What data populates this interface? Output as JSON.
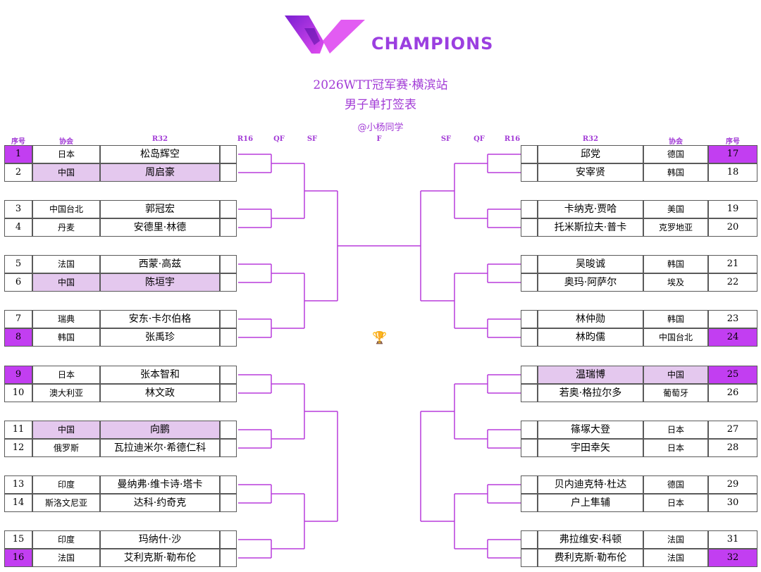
{
  "header": {
    "brand": "CHAMPIONS",
    "title_line1": "2026WTT冠军赛·横滨站",
    "title_line2": "男子单打签表",
    "credit": "@小杨同学"
  },
  "columns": {
    "left": {
      "num": "序号",
      "assoc": "协会",
      "r32": "R32",
      "r16": "R16",
      "qf": "QF",
      "sf": "SF"
    },
    "final": "F",
    "right": {
      "sf": "SF",
      "qf": "QF",
      "r16": "R16",
      "r32": "R32",
      "assoc": "协会",
      "num": "序号"
    }
  },
  "colors": {
    "accent": "#c23ef1",
    "highlight": "#e4c8ee",
    "text_accent": "#a23bd6",
    "line": "#b83cdc"
  },
  "trophy_icon": "trophy-icon",
  "left_players": [
    {
      "num": "1",
      "assoc": "日本",
      "name": "松岛辉空",
      "seed": true,
      "highlight": false
    },
    {
      "num": "2",
      "assoc": "中国",
      "name": "周启豪",
      "seed": false,
      "highlight": true
    },
    {
      "num": "3",
      "assoc": "中国台北",
      "name": "郭冠宏",
      "seed": false,
      "highlight": false
    },
    {
      "num": "4",
      "assoc": "丹麦",
      "name": "安德里·林德",
      "seed": false,
      "highlight": false
    },
    {
      "num": "5",
      "assoc": "法国",
      "name": "西蒙·高兹",
      "seed": false,
      "highlight": false
    },
    {
      "num": "6",
      "assoc": "中国",
      "name": "陈垣宇",
      "seed": false,
      "highlight": true
    },
    {
      "num": "7",
      "assoc": "瑞典",
      "name": "安东·卡尔伯格",
      "seed": false,
      "highlight": false
    },
    {
      "num": "8",
      "assoc": "韩国",
      "name": "张禹珍",
      "seed": true,
      "highlight": false
    },
    {
      "num": "9",
      "assoc": "日本",
      "name": "张本智和",
      "seed": true,
      "highlight": false
    },
    {
      "num": "10",
      "assoc": "澳大利亚",
      "name": "林文政",
      "seed": false,
      "highlight": false
    },
    {
      "num": "11",
      "assoc": "中国",
      "name": "向鹏",
      "seed": false,
      "highlight": true
    },
    {
      "num": "12",
      "assoc": "俄罗斯",
      "name": "瓦拉迪米尔·希德仁科",
      "seed": false,
      "highlight": false
    },
    {
      "num": "13",
      "assoc": "印度",
      "name": "曼纳弗·维卡诗·塔卡",
      "seed": false,
      "highlight": false
    },
    {
      "num": "14",
      "assoc": "斯洛文尼亚",
      "name": "达科·约奇克",
      "seed": false,
      "highlight": false
    },
    {
      "num": "15",
      "assoc": "印度",
      "name": "玛纳什·沙",
      "seed": false,
      "highlight": false
    },
    {
      "num": "16",
      "assoc": "法国",
      "name": "艾利克斯·勒布伦",
      "seed": true,
      "highlight": false
    }
  ],
  "right_players": [
    {
      "num": "17",
      "assoc": "德国",
      "name": "邱党",
      "seed": true,
      "highlight": false
    },
    {
      "num": "18",
      "assoc": "韩国",
      "name": "安宰贤",
      "seed": false,
      "highlight": false
    },
    {
      "num": "19",
      "assoc": "美国",
      "name": "卡纳克·贾哈",
      "seed": false,
      "highlight": false
    },
    {
      "num": "20",
      "assoc": "克罗地亚",
      "name": "托米斯拉夫·普卡",
      "seed": false,
      "highlight": false
    },
    {
      "num": "21",
      "assoc": "韩国",
      "name": "吴晙诚",
      "seed": false,
      "highlight": false
    },
    {
      "num": "22",
      "assoc": "埃及",
      "name": "奥玛·阿萨尔",
      "seed": false,
      "highlight": false
    },
    {
      "num": "23",
      "assoc": "韩国",
      "name": "林仲勋",
      "seed": false,
      "highlight": false
    },
    {
      "num": "24",
      "assoc": "中国台北",
      "name": "林昀儒",
      "seed": true,
      "highlight": false
    },
    {
      "num": "25",
      "assoc": "中国",
      "name": "温瑞博",
      "seed": true,
      "highlight": true
    },
    {
      "num": "26",
      "assoc": "葡萄牙",
      "name": "若奥·格拉尔多",
      "seed": false,
      "highlight": false
    },
    {
      "num": "27",
      "assoc": "日本",
      "name": "篠塚大登",
      "seed": false,
      "highlight": false
    },
    {
      "num": "28",
      "assoc": "日本",
      "name": "宇田幸矢",
      "seed": false,
      "highlight": false
    },
    {
      "num": "29",
      "assoc": "德国",
      "name": "贝内迪克特·杜达",
      "seed": false,
      "highlight": false
    },
    {
      "num": "30",
      "assoc": "日本",
      "name": "户上隼辅",
      "seed": false,
      "highlight": false
    },
    {
      "num": "31",
      "assoc": "法国",
      "name": "弗拉维安·科顿",
      "seed": false,
      "highlight": false
    },
    {
      "num": "32",
      "assoc": "法国",
      "name": "费利克斯·勒布伦",
      "seed": true,
      "highlight": false
    }
  ]
}
